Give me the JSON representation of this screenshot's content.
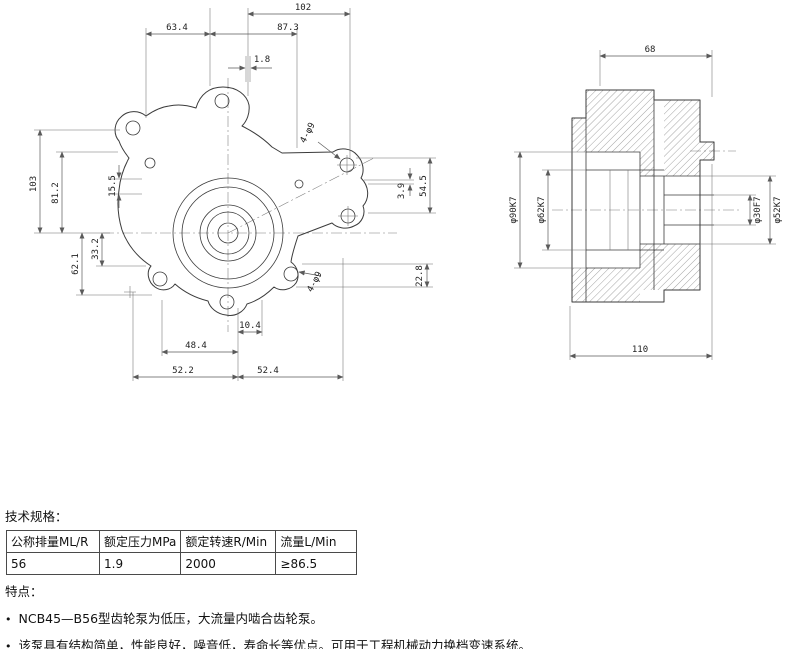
{
  "front_view": {
    "dims": {
      "w102": "102",
      "w63_4": "63.4",
      "w87_3": "87.3",
      "w1_8": "1.8",
      "h103": "103",
      "h81_2": "81.2",
      "h15_5": "15.5",
      "h33_2": "33.2",
      "h62_1": "62.1",
      "r3_9": "3.9",
      "r54_5": "54.5",
      "r22_8": "22.8",
      "b10_4": "10.4",
      "b48_4": "48.4",
      "b52_2": "52.2",
      "b52_4": "52.4",
      "holes_upper": "4-φ9",
      "holes_lower": "4-φ9"
    }
  },
  "side_view": {
    "dims": {
      "w68": "68",
      "w110": "110",
      "bore90": "φ90K7",
      "bore62": "φ62K7",
      "bore30": "φ30F7",
      "bore52": "φ52K7"
    }
  },
  "specs": {
    "heading": "技术规格：",
    "table": {
      "headers": [
        "公称排量ML/R",
        "额定压力MPa",
        "额定转速R/Min",
        "流量L/Min"
      ],
      "values": [
        "56",
        "1.9",
        "2000",
        "≥86.5"
      ]
    }
  },
  "features": {
    "heading": "特点：",
    "bullet": "•",
    "items": [
      "NCB45—B56型齿轮泵为低压，大流量内啮合齿轮泵。",
      "该泵具有结构简单，性能良好，噪音低，寿命长等优点。可用于工程机械动力换档变速系统。"
    ]
  }
}
